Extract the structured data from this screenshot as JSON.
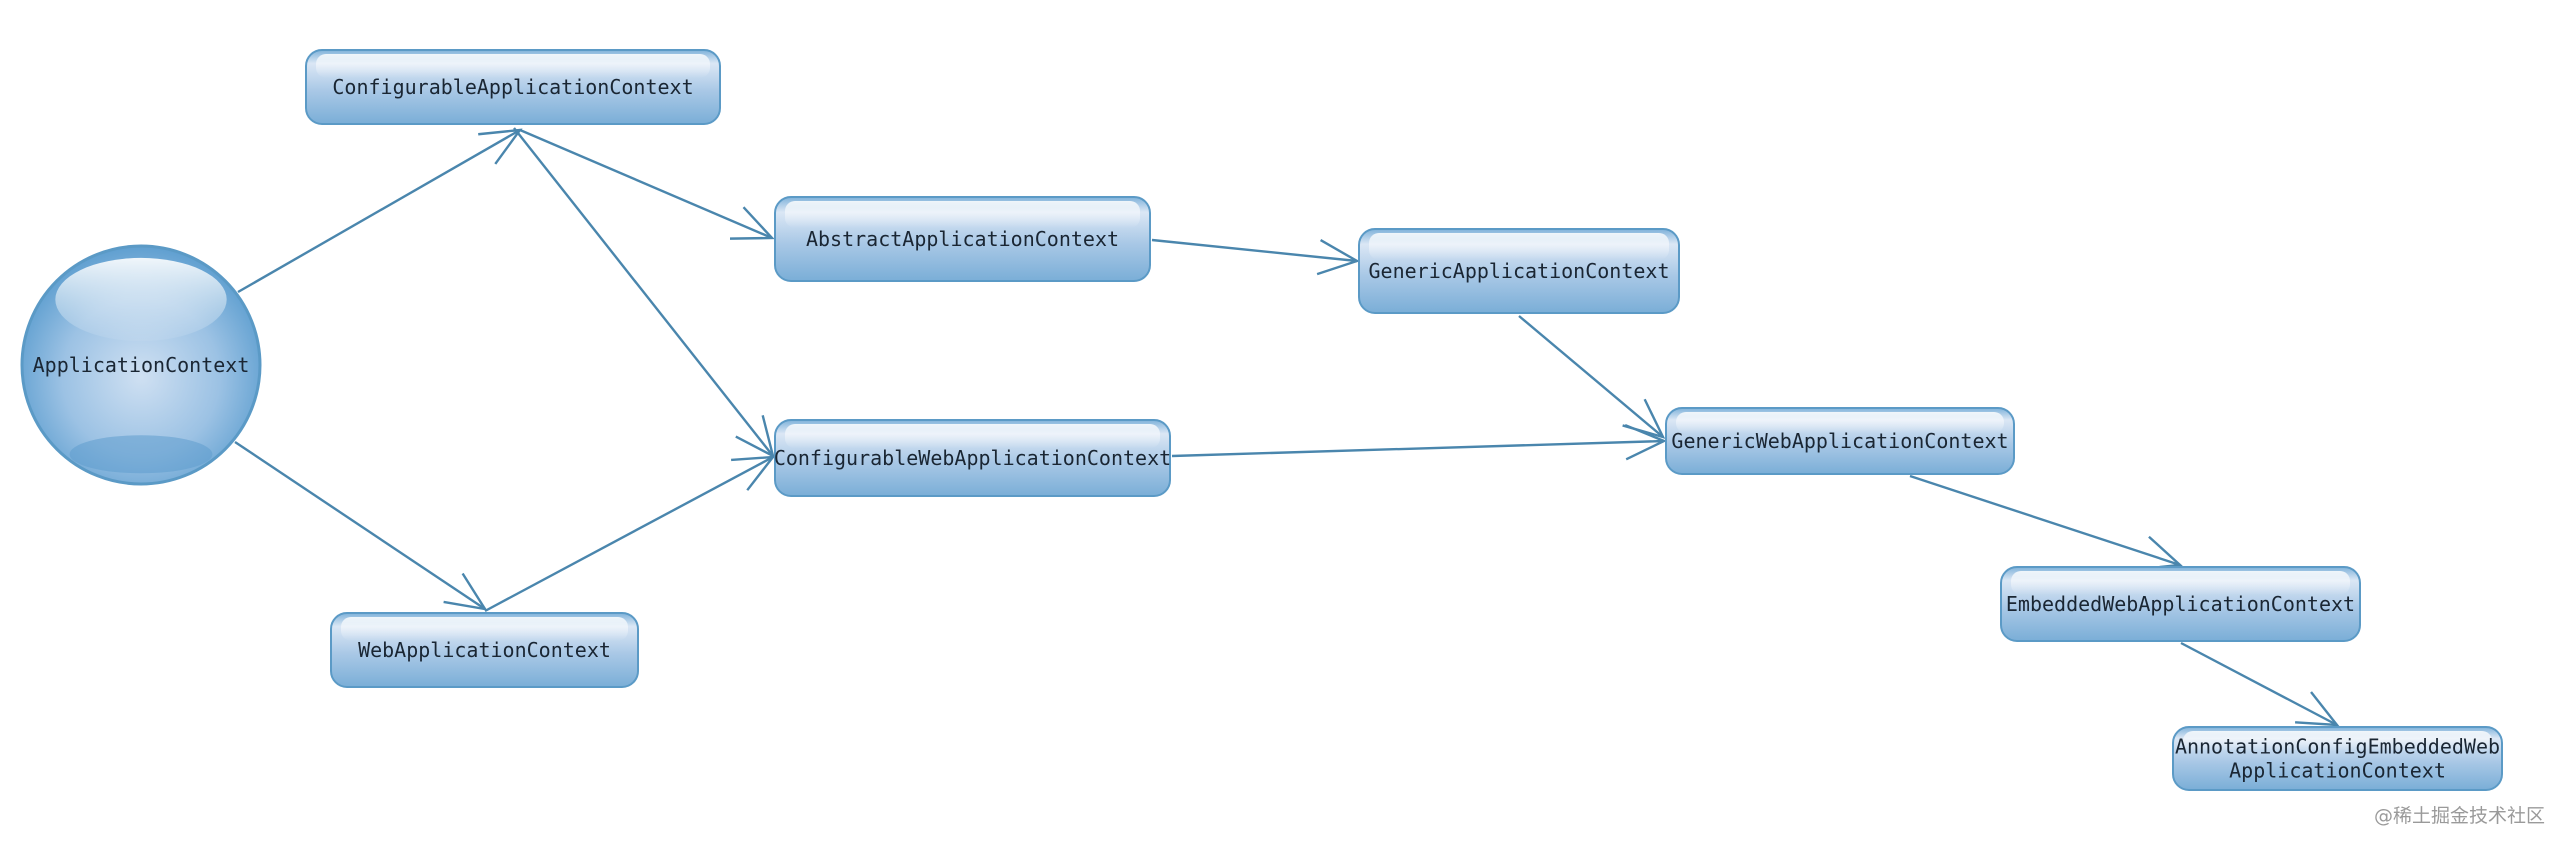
{
  "diagram": {
    "nodes": [
      {
        "id": "app",
        "shape": "circle",
        "lines": [
          "ApplicationContext"
        ]
      },
      {
        "id": "cfg",
        "shape": "box",
        "lines": [
          "ConfigurableApplicationContext"
        ]
      },
      {
        "id": "web",
        "shape": "box",
        "lines": [
          "WebApplicationContext"
        ]
      },
      {
        "id": "abs",
        "shape": "box",
        "lines": [
          "AbstractApplicationContext"
        ]
      },
      {
        "id": "cweb",
        "shape": "box",
        "lines": [
          "ConfigurableWebApplicationContext"
        ]
      },
      {
        "id": "gen",
        "shape": "box",
        "lines": [
          "GenericApplicationContext"
        ]
      },
      {
        "id": "gweb",
        "shape": "box",
        "lines": [
          "GenericWebApplicationContext"
        ]
      },
      {
        "id": "emb",
        "shape": "box",
        "lines": [
          "EmbeddedWebApplicationContext"
        ]
      },
      {
        "id": "ann",
        "shape": "box",
        "lines": [
          "AnnotationConfigEmbeddedWeb",
          "ApplicationContext"
        ]
      }
    ],
    "edges": [
      {
        "from": "app",
        "to": "cfg"
      },
      {
        "from": "app",
        "to": "web"
      },
      {
        "from": "cfg",
        "to": "abs"
      },
      {
        "from": "cfg",
        "to": "cweb"
      },
      {
        "from": "web",
        "to": "cweb"
      },
      {
        "from": "abs",
        "to": "gen"
      },
      {
        "from": "gen",
        "to": "gweb"
      },
      {
        "from": "cweb",
        "to": "gweb"
      },
      {
        "from": "gweb",
        "to": "emb"
      },
      {
        "from": "emb",
        "to": "ann"
      }
    ]
  },
  "watermark": "@稀土掘金技术社区",
  "colors": {
    "node_fill_top": "#dce8f6",
    "node_fill_bottom": "#7fb0d8",
    "node_stroke": "#5b9ac6",
    "edge": "#4a86ad"
  }
}
